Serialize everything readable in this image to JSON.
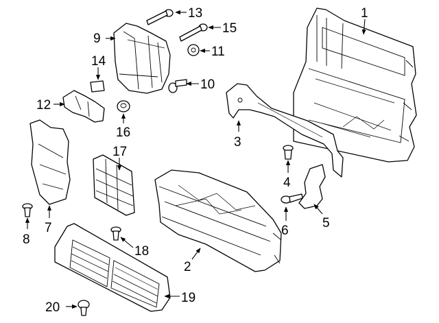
{
  "callouts": [
    {
      "id": "c1",
      "label": "1"
    },
    {
      "id": "c2",
      "label": "2"
    },
    {
      "id": "c3",
      "label": "3"
    },
    {
      "id": "c4",
      "label": "4"
    },
    {
      "id": "c5",
      "label": "5"
    },
    {
      "id": "c6",
      "label": "6"
    },
    {
      "id": "c7",
      "label": "7"
    },
    {
      "id": "c8",
      "label": "8"
    },
    {
      "id": "c9",
      "label": "9"
    },
    {
      "id": "c10",
      "label": "10"
    },
    {
      "id": "c11",
      "label": "11"
    },
    {
      "id": "c12",
      "label": "12"
    },
    {
      "id": "c13",
      "label": "13"
    },
    {
      "id": "c14",
      "label": "14"
    },
    {
      "id": "c15",
      "label": "15"
    },
    {
      "id": "c16",
      "label": "16"
    },
    {
      "id": "c17",
      "label": "17"
    },
    {
      "id": "c18",
      "label": "18"
    },
    {
      "id": "c19",
      "label": "19"
    },
    {
      "id": "c20",
      "label": "20"
    }
  ],
  "colors": {
    "line": "#000000",
    "background": "#ffffff"
  }
}
